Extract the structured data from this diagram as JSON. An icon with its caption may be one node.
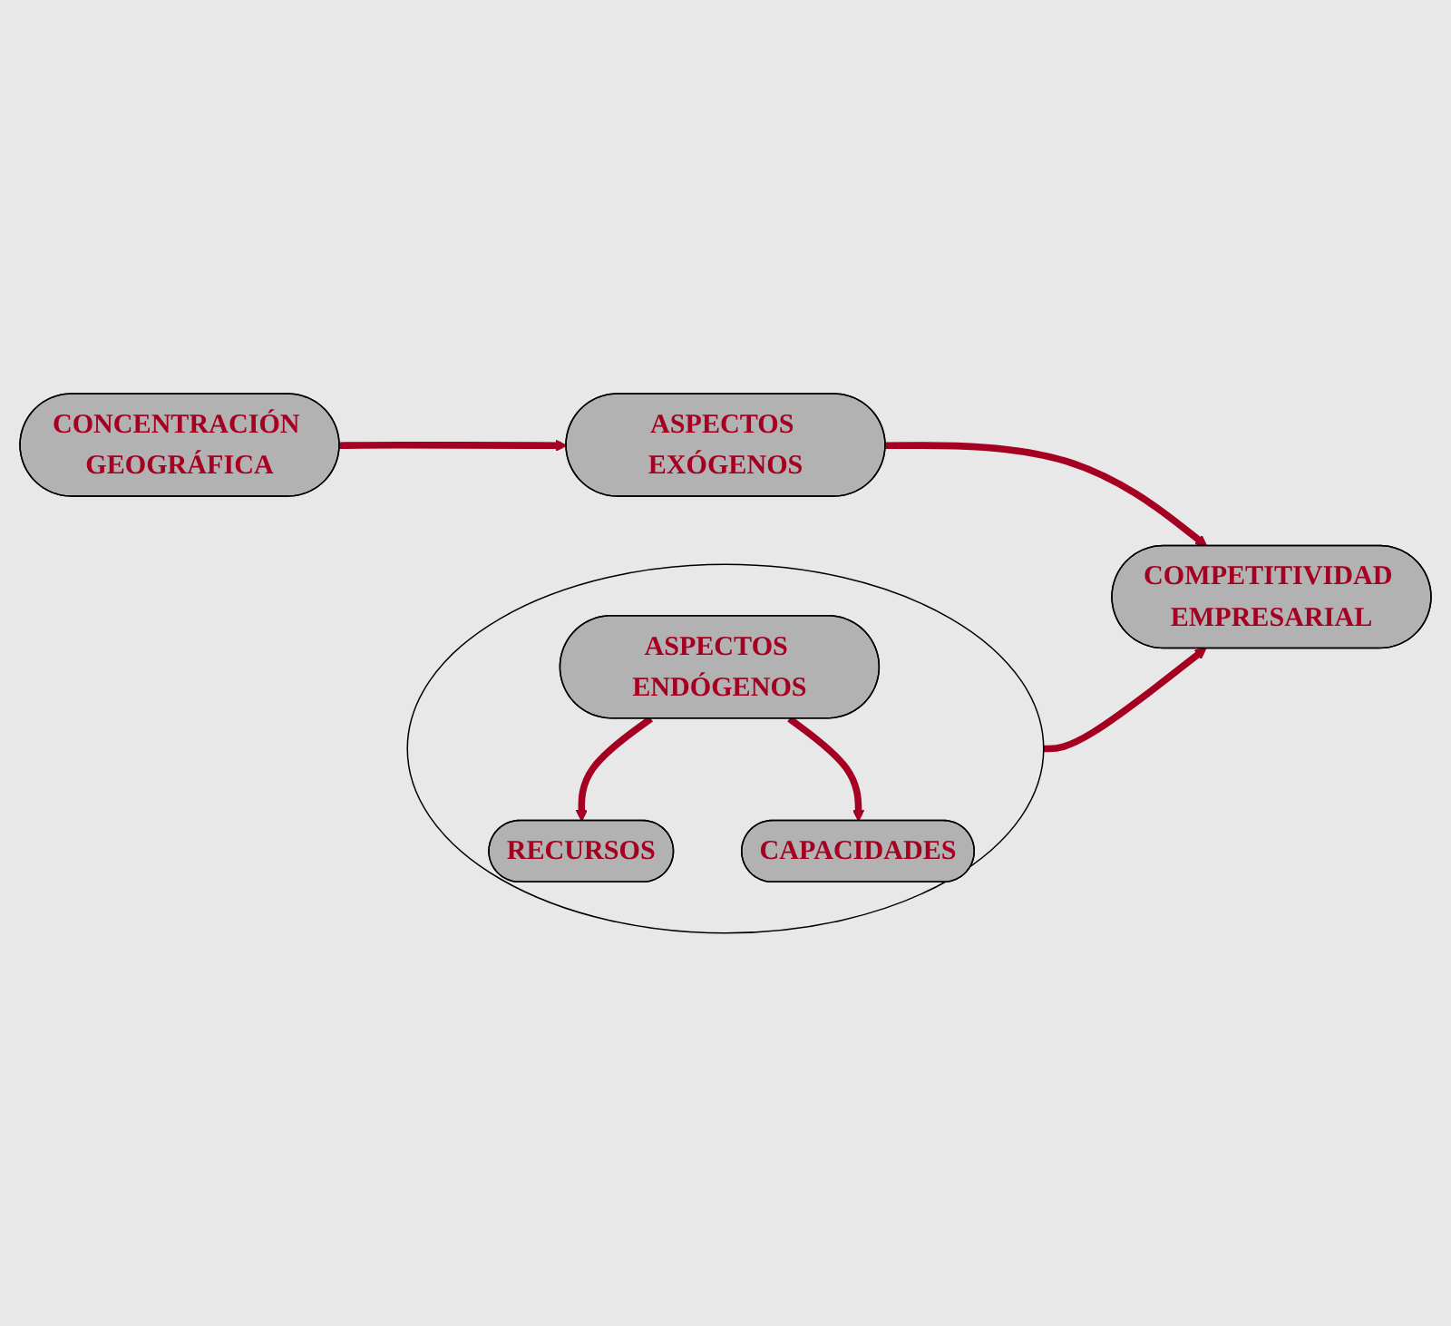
{
  "diagram": {
    "nodes": [
      {
        "text": [],
        "shape": "circle"
      },
      {
        "text": [
          "ASPECTOS ENDÓGENOS"
        ],
        "in": 0
      },
      {
        "text": [
          "RECURSOS"
        ],
        "in": 0
      },
      {
        "text": [
          "CAPACIDADES"
        ],
        "in": 0
      },
      {
        "text": [
          "COMPETITIVIDAD EMPRESARIAL"
        ]
      },
      {
        "text": [
          "ASPECTOS EXÓGENOS"
        ]
      },
      {
        "text": [
          "CONCENTRACIÓN GEOGRÁFICA"
        ]
      }
    ],
    "edges": [
      {
        "from": 1,
        "to": 2,
        "arrow": "to"
      },
      {
        "from": 1,
        "to": 3,
        "arrow": "to"
      },
      {
        "from": 0,
        "to": 4,
        "arrow": "to"
      },
      {
        "from": 5,
        "to": 4,
        "arrow": "to"
      },
      {
        "from": 6,
        "to": 5,
        "arrow": "to"
      }
    ]
  }
}
